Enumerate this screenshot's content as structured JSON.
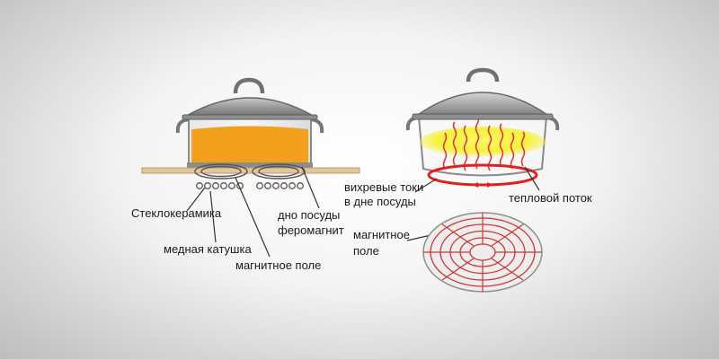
{
  "left_diagram": {
    "labels": {
      "glass_ceramic": "Стеклокерамика",
      "copper_coil": "медная катушка",
      "magnetic_field": "магнитное поле",
      "pot_bottom_line1": "дно посуды",
      "pot_bottom_line2": "феромагнит"
    }
  },
  "right_diagram": {
    "labels": {
      "eddy_line1": "вихревые токи",
      "eddy_line2": "в дне посуды",
      "heat_flow": "тепловой поток",
      "magnetic_field_line1": "магнитное",
      "magnetic_field_line2": "поле"
    }
  },
  "colors": {
    "liquid": "#f2a01e",
    "heat_glow": "#f7f13a",
    "eddy_current": "#e02020",
    "hob_plate": "#e3c79b",
    "field_lines": "#c43a3a"
  }
}
